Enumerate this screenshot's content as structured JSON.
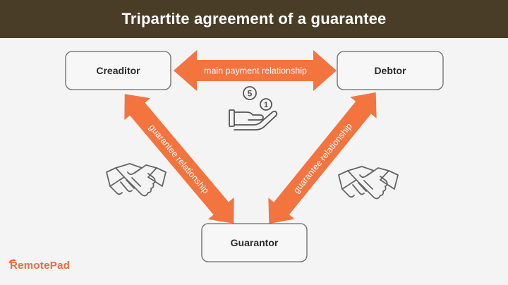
{
  "header": {
    "title": "Tripartite agreement of a guarantee"
  },
  "parties": {
    "creditor": "Creaditor",
    "debtor": "Debtor",
    "guarantor": "Guarantor"
  },
  "relationships": {
    "main": "main payment relationship",
    "left_guarantee": "guarantee relationship",
    "right_guarantee": "guarantee relationship"
  },
  "coins": {
    "coin_a": "5",
    "coin_b": "1"
  },
  "brand": {
    "name": "RemotePad"
  },
  "colors": {
    "header_bg": "#4a3d27",
    "arrow": "#f4743f",
    "box_border": "#6b6b6b",
    "background": "#f4f4f4"
  },
  "icons": [
    "coins-hand-icon",
    "handshake-icon"
  ]
}
